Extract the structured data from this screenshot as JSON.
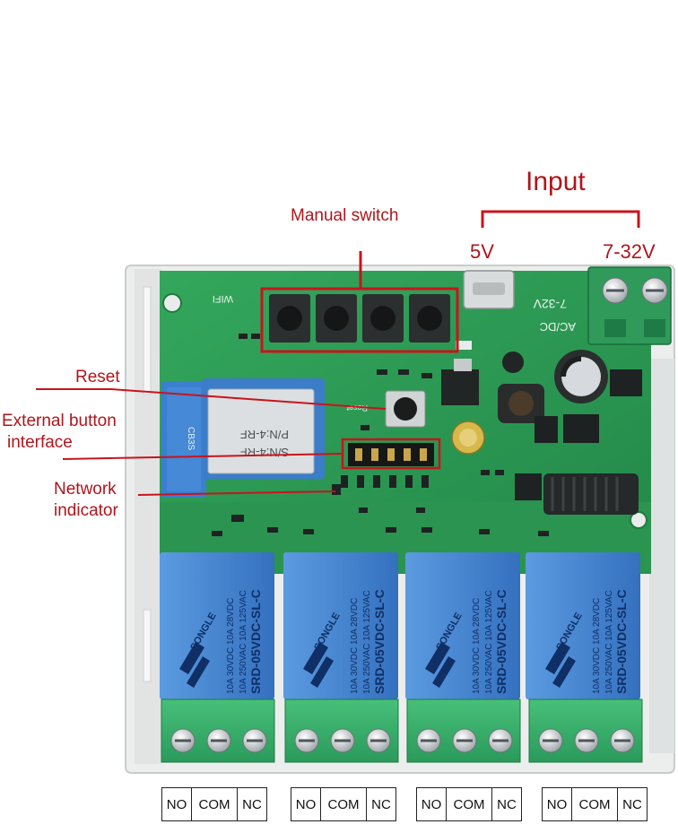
{
  "callouts": {
    "input": "Input",
    "v5": "5V",
    "v7_32": "7-32V",
    "manual_switch": "Manual switch",
    "reset": "Reset",
    "external_button_line1": "External button",
    "external_button_line2": "interface",
    "network_line1": "Network",
    "network_line2": "indicator"
  },
  "terminals": [
    {
      "no": "NO",
      "com": "COM",
      "nc": "NC"
    },
    {
      "no": "NO",
      "com": "COM",
      "nc": "NC"
    },
    {
      "no": "NO",
      "com": "COM",
      "nc": "NC"
    },
    {
      "no": "NO",
      "com": "COM",
      "nc": "NC"
    }
  ],
  "board_text": {
    "wifi": "WIFI",
    "module_line1": "P/N:4-RF",
    "module_line2": "S/N:4-RF",
    "cb3s": "CB3S",
    "reset_silk": "Reset",
    "voltage_silk": "7-32V",
    "acdc_silk": "AC/DC",
    "relay_brand": "SONGLE",
    "relay_model": "SRD-05VDC-SL-C",
    "relay_rating1": "10A 250VAC  10A 125VAC",
    "relay_rating2": "10A 30VDC   10A 28VDC"
  },
  "colors": {
    "callout": "#b0151b",
    "pcb": "#2e9a55",
    "relay": "#3d7fd0",
    "terminal_block": "#35b06a"
  }
}
